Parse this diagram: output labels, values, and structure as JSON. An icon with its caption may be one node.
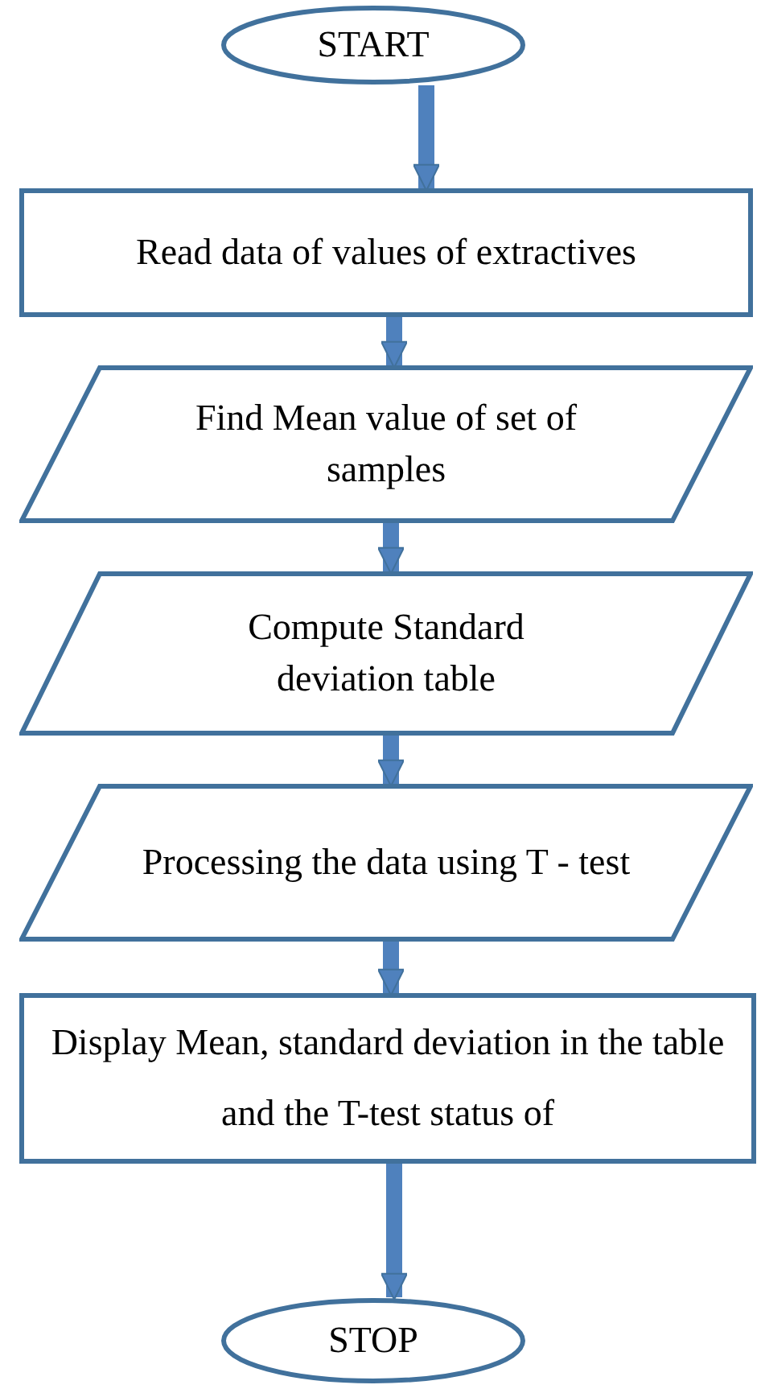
{
  "diagram": {
    "nodes": [
      {
        "text": [
          "START"
        ]
      },
      {
        "text": [
          "Read data of values of extractives"
        ]
      },
      {
        "text": [
          "Find Mean value of set of samples"
        ]
      },
      {
        "text": [
          "Compute Standard deviation table"
        ]
      },
      {
        "text": [
          "Processing the data using T - test"
        ]
      },
      {
        "text": [
          "Display Mean, standard deviation in the table and the T-test status of"
        ]
      },
      {
        "text": [
          "STOP"
        ]
      }
    ],
    "edges": [
      {
        "from": 0,
        "to": 1,
        "arrow": "to"
      },
      {
        "from": 1,
        "to": 2,
        "arrow": "to"
      },
      {
        "from": 2,
        "to": 3,
        "arrow": "to"
      },
      {
        "from": 3,
        "to": 4,
        "arrow": "to"
      },
      {
        "from": 4,
        "to": 5,
        "arrow": "to"
      },
      {
        "from": 5,
        "to": 6,
        "arrow": "to"
      }
    ]
  }
}
